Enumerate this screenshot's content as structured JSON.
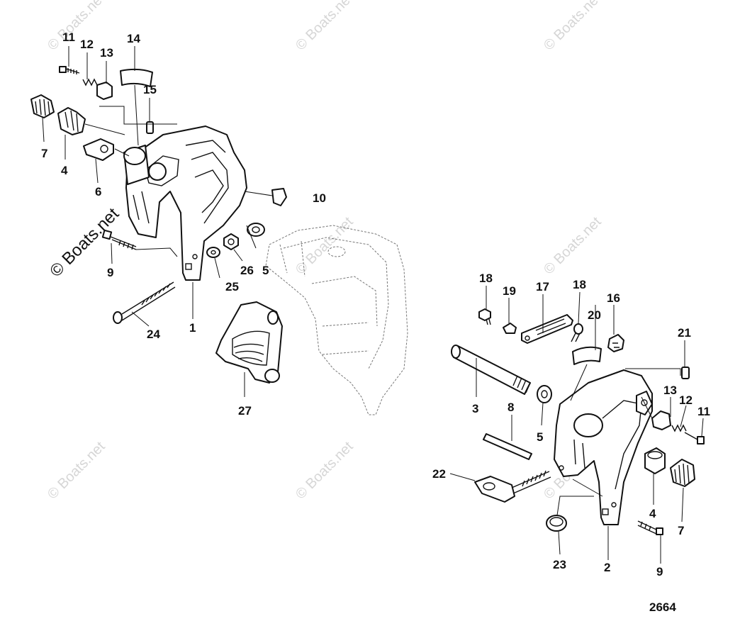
{
  "diagram": {
    "figure_number": "2664",
    "watermark_text": "© Boats.net"
  },
  "callouts": [
    {
      "id": "c11a",
      "label": "11"
    },
    {
      "id": "c12a",
      "label": "12"
    },
    {
      "id": "c13a",
      "label": "13"
    },
    {
      "id": "c14",
      "label": "14"
    },
    {
      "id": "c15",
      "label": "15"
    },
    {
      "id": "c7a",
      "label": "7"
    },
    {
      "id": "c4a",
      "label": "4"
    },
    {
      "id": "c6",
      "label": "6"
    },
    {
      "id": "c10",
      "label": "10"
    },
    {
      "id": "c5a",
      "label": "5"
    },
    {
      "id": "c26",
      "label": "26"
    },
    {
      "id": "c25",
      "label": "25"
    },
    {
      "id": "c9a",
      "label": "9"
    },
    {
      "id": "c24",
      "label": "24"
    },
    {
      "id": "c1",
      "label": "1"
    },
    {
      "id": "c27",
      "label": "27"
    },
    {
      "id": "c18a",
      "label": "18"
    },
    {
      "id": "c19",
      "label": "19"
    },
    {
      "id": "c17",
      "label": "17"
    },
    {
      "id": "c18b",
      "label": "18"
    },
    {
      "id": "c16",
      "label": "16"
    },
    {
      "id": "c20",
      "label": "20"
    },
    {
      "id": "c21",
      "label": "21"
    },
    {
      "id": "c3",
      "label": "3"
    },
    {
      "id": "c8",
      "label": "8"
    },
    {
      "id": "c5b",
      "label": "5"
    },
    {
      "id": "c13b",
      "label": "13"
    },
    {
      "id": "c12b",
      "label": "12"
    },
    {
      "id": "c11b",
      "label": "11"
    },
    {
      "id": "c22",
      "label": "22"
    },
    {
      "id": "c4b",
      "label": "4"
    },
    {
      "id": "c7b",
      "label": "7"
    },
    {
      "id": "c23",
      "label": "23"
    },
    {
      "id": "c2",
      "label": "2"
    },
    {
      "id": "c9b",
      "label": "9"
    }
  ]
}
